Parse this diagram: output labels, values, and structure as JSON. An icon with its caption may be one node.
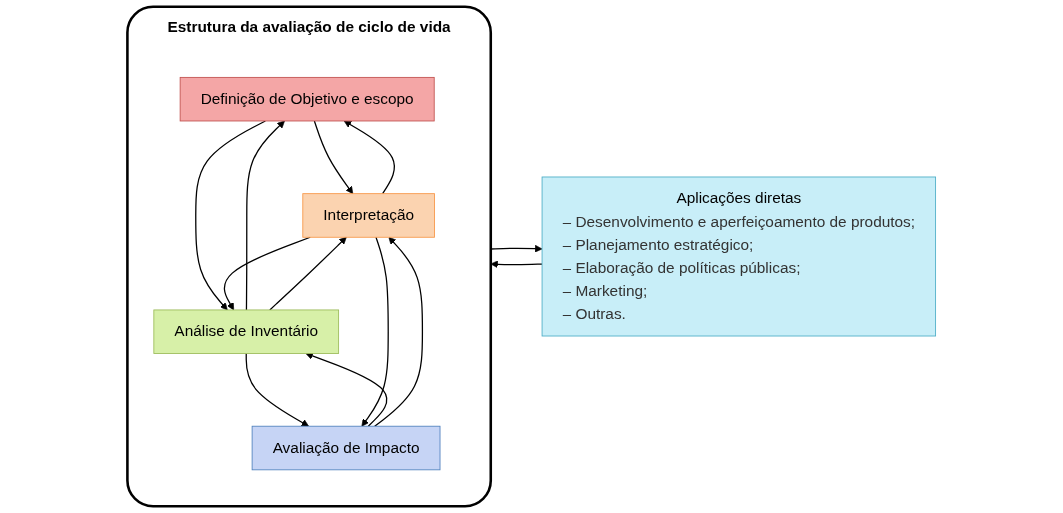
{
  "diagram": {
    "nodes": [
      {
        "text": [
          "Estrutura da avaliação de ciclo de vida"
        ]
      },
      {
        "text": [
          "Definição de Objetivo e escopo"
        ],
        "in": 0
      },
      {
        "text": [
          "Análise de Inventário"
        ],
        "in": 0
      },
      {
        "text": [
          "Avaliação de Impacto"
        ],
        "in": 0
      },
      {
        "text": [
          "Interpretação"
        ],
        "in": 0
      },
      {
        "text": [
          "Aplicações diretas",
          "– Desenvolvimento e aperfeiçoamento de produtos;",
          "– Planejamento estratégico;",
          "– Elaboração de políticas públicas;",
          "– Marketing;",
          "– Outras."
        ]
      }
    ],
    "edges": [
      {
        "from": 1,
        "to": 4,
        "arrow": "to"
      },
      {
        "from": 4,
        "to": 1,
        "arrow": "to"
      },
      {
        "from": 1,
        "to": 2,
        "arrow": "to"
      },
      {
        "from": 2,
        "to": 1,
        "arrow": "to"
      },
      {
        "from": 2,
        "to": 4,
        "arrow": "to"
      },
      {
        "from": 4,
        "to": 2,
        "arrow": "to"
      },
      {
        "from": 2,
        "to": 3,
        "arrow": "to"
      },
      {
        "from": 3,
        "to": 2,
        "arrow": "to"
      },
      {
        "from": 3,
        "to": 4,
        "arrow": "to"
      },
      {
        "from": 4,
        "to": 3,
        "arrow": "to"
      },
      {
        "from": 0,
        "to": 5,
        "arrow": "to"
      },
      {
        "from": 5,
        "to": 0,
        "arrow": "to"
      }
    ]
  }
}
